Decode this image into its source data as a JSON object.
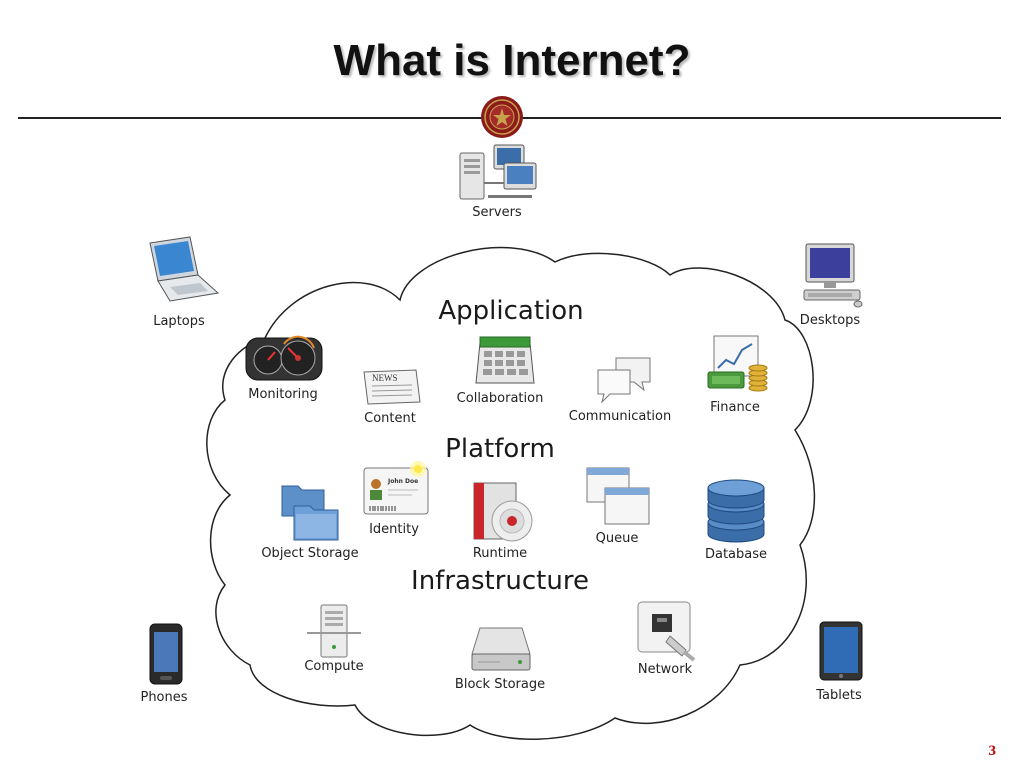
{
  "slide": {
    "title": "What is Internet?",
    "page_number": "3"
  },
  "colors": {
    "seal": "#8b1a1a",
    "seal_gold": "#c8a24a",
    "accent_blue": "#3b6ea8",
    "page_number": "#c00000"
  },
  "outside": {
    "servers": "Servers",
    "laptops": "Laptops",
    "desktops": "Desktops",
    "phones": "Phones",
    "tablets": "Tablets"
  },
  "cloud": {
    "sections": {
      "application": "Application",
      "platform": "Platform",
      "infrastructure": "Infrastructure"
    },
    "application": {
      "monitoring": "Monitoring",
      "content": "Content",
      "news_text": "NEWS",
      "collaboration": "Collaboration",
      "communication": "Communication",
      "finance": "Finance"
    },
    "platform": {
      "object_storage": "Object Storage",
      "identity": "Identity",
      "id_card_name": "John Doe",
      "runtime": "Runtime",
      "queue": "Queue",
      "database": "Database"
    },
    "infrastructure": {
      "compute": "Compute",
      "block_storage": "Block Storage",
      "network": "Network"
    }
  }
}
